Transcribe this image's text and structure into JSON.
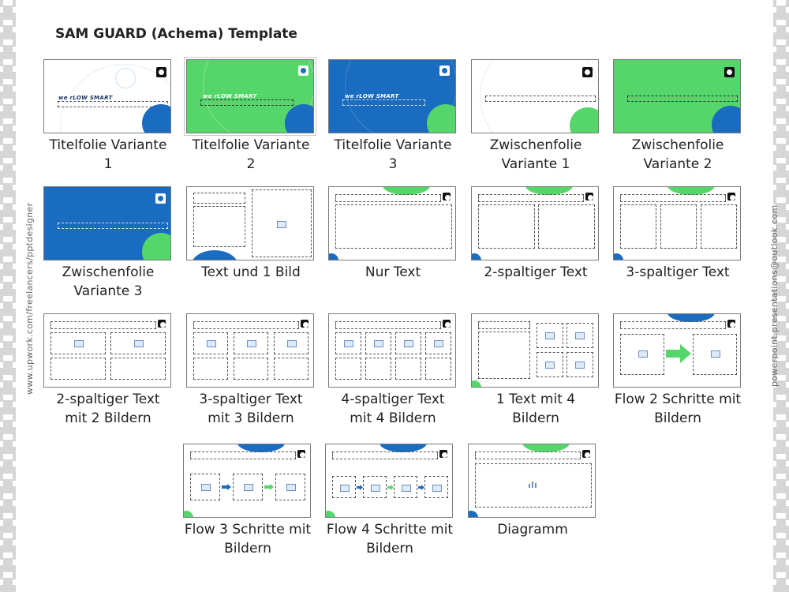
{
  "title": "SAM GUARD (Achema) Template",
  "side_left": "www.upwork.com/freelancers/pptdesigner",
  "side_right": "powerpoint.presentations@outlook.com",
  "slogan": "we rLOW SMART",
  "colors": {
    "blue": "#1a6cc0",
    "green": "#55d66a",
    "border": "#7a7a7a"
  },
  "layouts": [
    {
      "label": "Titelfolie Variante\n1"
    },
    {
      "label": "Titelfolie Variante\n2"
    },
    {
      "label": "Titelfolie Variante\n3"
    },
    {
      "label": "Zwischenfolie\nVariante 1"
    },
    {
      "label": "Zwischenfolie\nVariante 2"
    },
    {
      "label": "Zwischenfolie\nVariante 3"
    },
    {
      "label": "Text und 1 Bild"
    },
    {
      "label": "Nur Text"
    },
    {
      "label": "2-spaltiger Text"
    },
    {
      "label": "3-spaltiger Text"
    },
    {
      "label": "2-spaltiger Text\nmit 2 Bildern"
    },
    {
      "label": "3-spaltiger Text\nmit 3 Bildern"
    },
    {
      "label": "4-spaltiger Text\nmit 4 Bildern"
    },
    {
      "label": "1 Text mit 4\nBildern"
    },
    {
      "label": "Flow 2 Schritte mit\nBildern"
    },
    {
      "label": "Flow 3 Schritte mit\nBildern"
    },
    {
      "label": "Flow 4 Schritte mit\nBildern"
    },
    {
      "label": "Diagramm"
    }
  ]
}
